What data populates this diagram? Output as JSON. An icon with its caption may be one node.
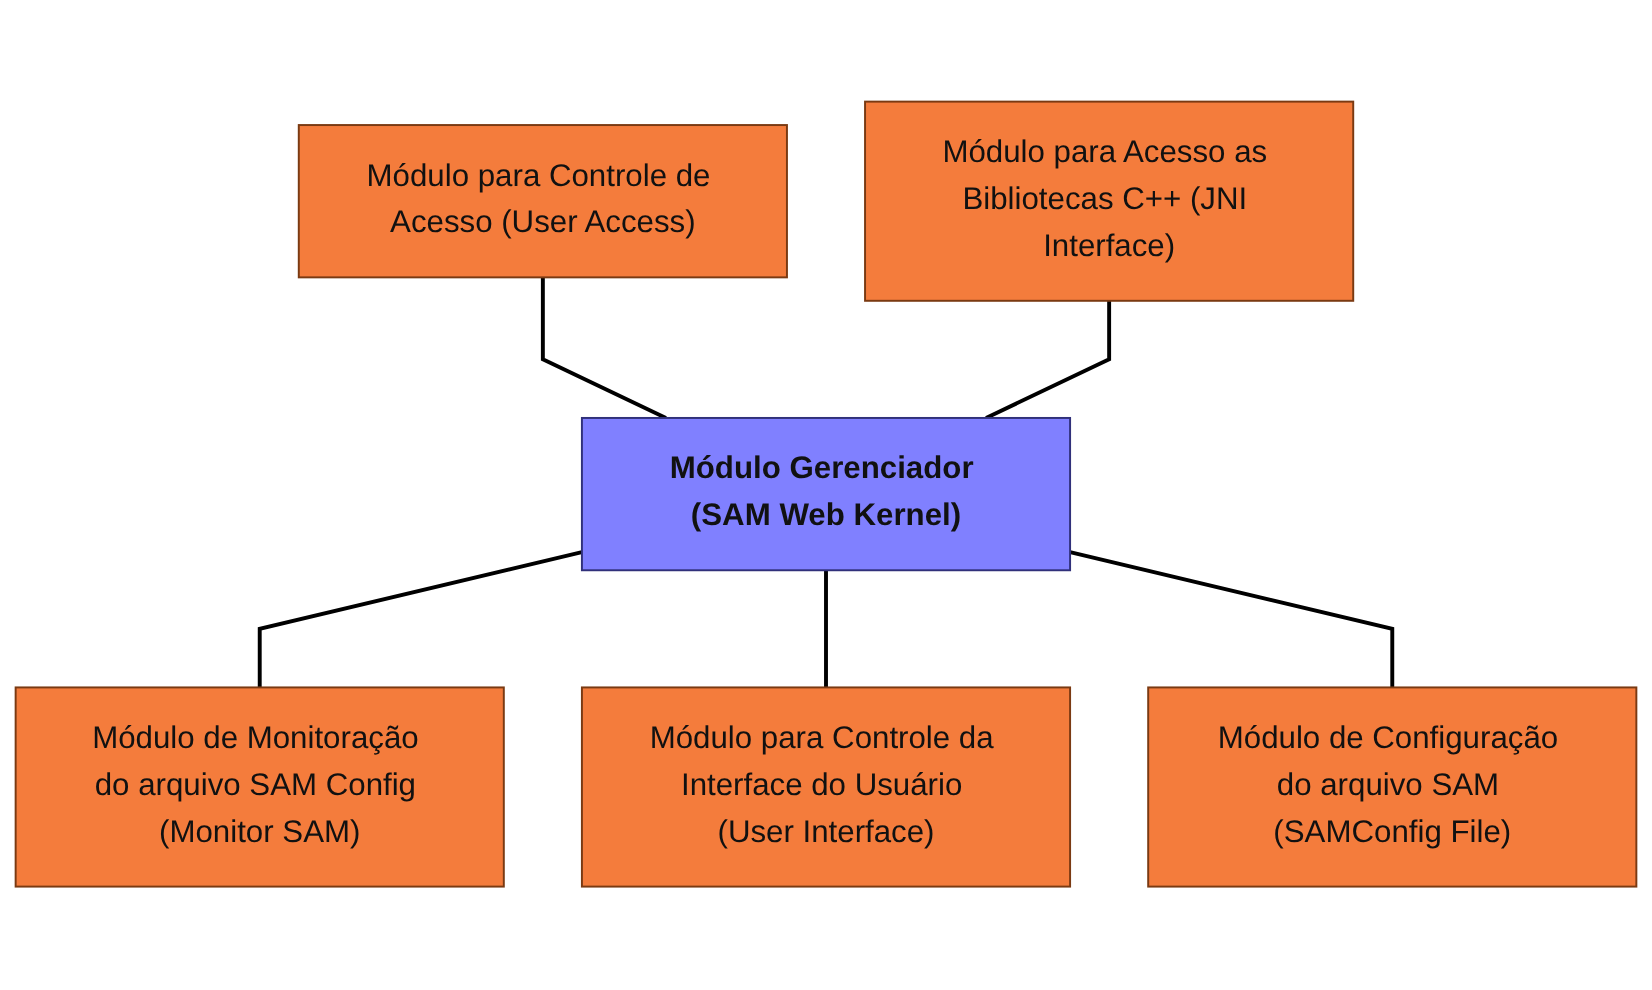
{
  "diagram": {
    "nodes": [
      {
        "text": [
          "Módulo para Controle de Acesso (User Access)"
        ]
      },
      {
        "text": [
          "Módulo para Acesso as Bibliotecas C++ (JNI Interface)"
        ]
      },
      {
        "text": [
          "Módulo Gerenciador (SAM Web Kernel)"
        ]
      },
      {
        "text": [
          "Módulo de Monitoração do arquivo SAM Config (Monitor SAM)"
        ]
      },
      {
        "text": [
          "Módulo para Controle da Interface do Usuário (User Interface)"
        ]
      },
      {
        "text": [
          "Módulo de Configuração do arquivo SAM (SAMConfig File)"
        ]
      }
    ],
    "edges": [
      {
        "from": 0,
        "to": 2,
        "arrow": "none"
      },
      {
        "from": 1,
        "to": 2,
        "arrow": "none"
      },
      {
        "from": 2,
        "to": 3,
        "arrow": "none"
      },
      {
        "from": 2,
        "to": 4,
        "arrow": "none"
      },
      {
        "from": 2,
        "to": 5,
        "arrow": "none"
      }
    ]
  }
}
